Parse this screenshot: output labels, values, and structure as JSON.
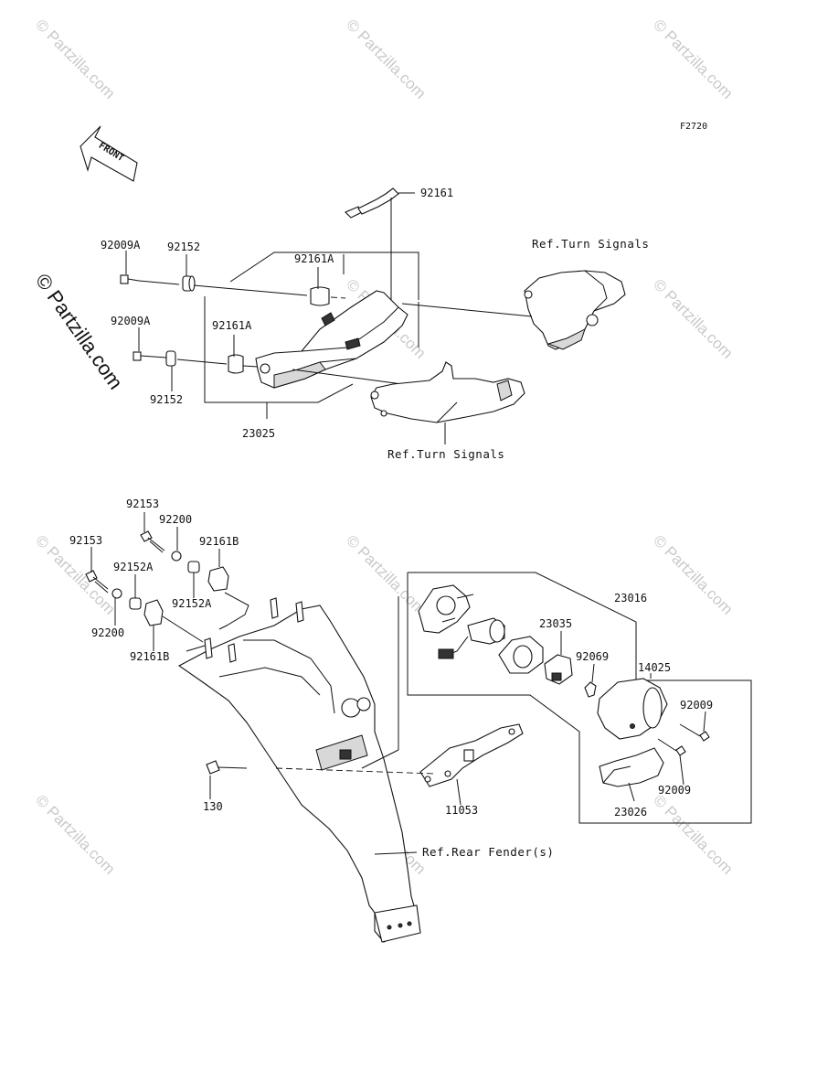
{
  "figure_code": "F2720",
  "front_label": "FRONT",
  "watermark": "© Partzilla.com",
  "refs": {
    "turn_signals_right": "Ref.Turn Signals",
    "turn_signals_bottom": "Ref.Turn Signals",
    "rear_fender": "Ref.Rear Fender(s)"
  },
  "parts": {
    "p92161": "92161",
    "p92009A_top": "92009A",
    "p92152_top": "92152",
    "p92161A_top": "92161A",
    "p92009A_mid": "92009A",
    "p92161A_mid": "92161A",
    "p92152_mid": "92152",
    "p23025": "23025",
    "p92153_a": "92153",
    "p92200_a": "92200",
    "p92161B_a": "92161B",
    "p92153_b": "92153",
    "p92152A_a": "92152A",
    "p92152A_b": "92152A",
    "p92200_b": "92200",
    "p92161B_b": "92161B",
    "p23016": "23016",
    "p23035": "23035",
    "p92069": "92069",
    "p14025": "14025",
    "p92009_a": "92009",
    "p92009_b": "92009",
    "p23026": "23026",
    "p130": "130",
    "p11053": "11053"
  }
}
